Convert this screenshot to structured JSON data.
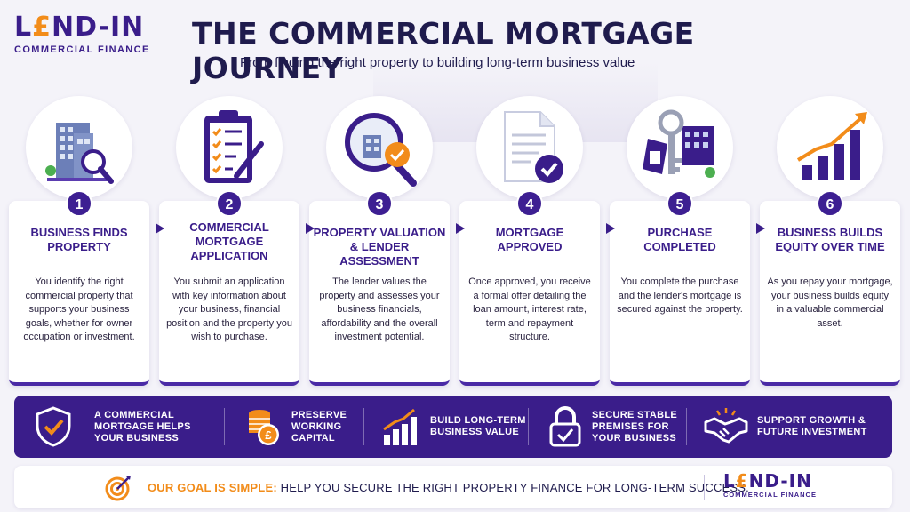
{
  "brand": {
    "logo_pre": "L",
    "logo_e": "£",
    "logo_post": "ND-IN",
    "tagline": "COMMERCIAL FINANCE",
    "primary_color": "#3a1d8a",
    "accent_color": "#f28c1a"
  },
  "header": {
    "title": "THE COMMERCIAL MORTGAGE JOURNEY",
    "subtitle": "From finding the right property to building long-term business value"
  },
  "steps": [
    {
      "number": "1",
      "title": "BUSINESS FINDS PROPERTY",
      "description": "You identify the right commercial property that supports your business goals, whether for owner occupation or investment.",
      "icon": "building-search-icon"
    },
    {
      "number": "2",
      "title": "COMMERCIAL MORTGAGE APPLICATION",
      "description": "You submit an application with key information about your business, financial position and the property you wish to purchase.",
      "icon": "clipboard-checklist-icon"
    },
    {
      "number": "3",
      "title": "PROPERTY VALUATION & LENDER ASSESSMENT",
      "description": "The lender values the property and assesses your business financials, affordability and the overall investment potential.",
      "icon": "magnifier-check-icon"
    },
    {
      "number": "4",
      "title": "MORTGAGE APPROVED",
      "description": "Once approved, you receive a formal offer detailing the loan amount, interest rate, term and repayment structure.",
      "icon": "document-approved-icon"
    },
    {
      "number": "5",
      "title": "PURCHASE COMPLETED",
      "description": "You complete the purchase and the lender's mortgage is secured against the property.",
      "icon": "keys-building-icon"
    },
    {
      "number": "6",
      "title": "BUSINESS BUILDS EQUITY OVER TIME",
      "description": "As you repay your mortgage, your business builds equity in a valuable commercial asset.",
      "icon": "growth-chart-icon"
    }
  ],
  "benefits": [
    {
      "line1": "A COMMERCIAL",
      "line2": "MORTGAGE HELPS",
      "line3": "YOUR BUSINESS",
      "icon": "shield-check-icon"
    },
    {
      "line1": "PRESERVE",
      "line2": "WORKING",
      "line3": "CAPITAL",
      "icon": "coins-icon"
    },
    {
      "line1": "BUILD LONG-TERM",
      "line2": "BUSINESS VALUE",
      "line3": "",
      "icon": "bar-growth-icon"
    },
    {
      "line1": "SECURE STABLE",
      "line2": "PREMISES FOR",
      "line3": "YOUR BUSINESS",
      "icon": "padlock-icon"
    },
    {
      "line1": "SUPPORT GROWTH &",
      "line2": "FUTURE INVESTMENT",
      "line3": "",
      "icon": "handshake-icon"
    }
  ],
  "goal": {
    "highlight": "OUR GOAL IS SIMPLE:",
    "text": " HELP YOU SECURE THE RIGHT PROPERTY FINANCE FOR LONG-TERM SUCCESS.",
    "icon": "target-icon"
  }
}
